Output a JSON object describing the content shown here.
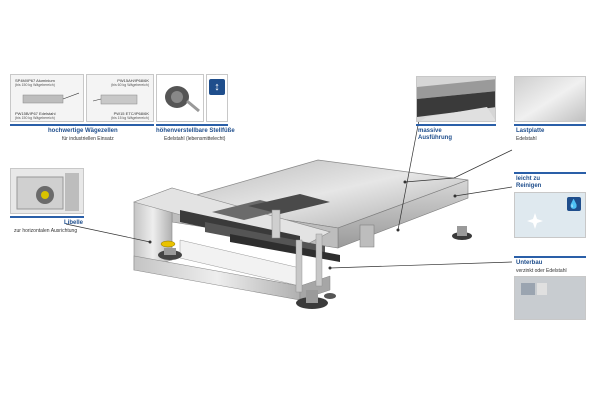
{
  "callouts": {
    "load_cells": {
      "title": "hochwertige Wägezellen",
      "subtitle": "für industriellen Einsatz",
      "cell_a": {
        "name": "SP4M/IP67 Aluminium",
        "note": "(bis 150 kg Wägebereich)"
      },
      "cell_b": {
        "name": "PW15AH/IP68/6K",
        "note": "(bis 60 kg Wägebereich)"
      },
      "cell_c": {
        "name": "PW15B/IP67 Edelstahl",
        "note": "(bis 150 kg Wägebereich)"
      },
      "cell_d": {
        "name": "PW15 ETC/IP68/6K",
        "note": "(bis 15 kg Wägebereich)"
      }
    },
    "feet": {
      "title": "höhenverstellbare Stellfüße",
      "subtitle": "Edelstahl (lebensmittelecht)"
    },
    "level": {
      "title": "Libelle",
      "subtitle": "zur horizontalen Ausrichtung"
    },
    "massive": {
      "title_line1": "massive",
      "title_line2": "Ausführung"
    },
    "platter": {
      "title": "Lastplatte",
      "subtitle": "Edelstahl"
    },
    "clean": {
      "title_line1": "leicht zu",
      "title_line2": "Reinigen"
    },
    "base": {
      "title": "Unterbau",
      "subtitle": "verzinkt oder Edelstahl"
    }
  },
  "colors": {
    "accent": "#1f4e8c",
    "steel_light": "#d9d9d9",
    "steel_dark": "#8a8a8a"
  },
  "icons": {
    "height_adjust": "up-down-arrow-icon",
    "cleaning": "water-drop-icon"
  }
}
